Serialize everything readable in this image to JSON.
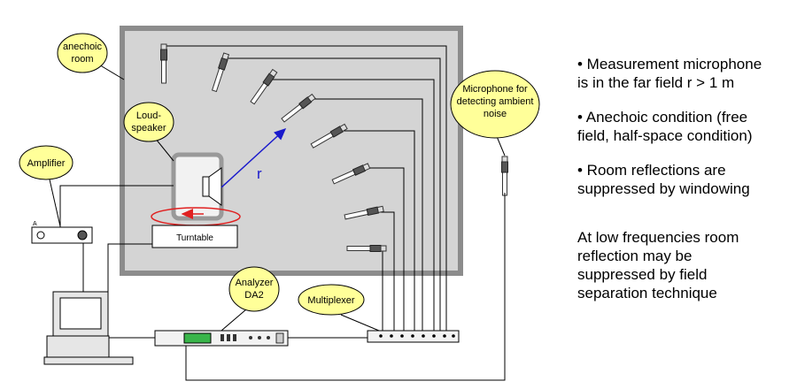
{
  "labels": {
    "anechoic_room": [
      "anechoic",
      "room"
    ],
    "loudspeaker": [
      "Loud-",
      "speaker"
    ],
    "amplifier": "Amplifier",
    "microphone_ambient": [
      "Microphone for",
      "detecting ambient",
      "noise"
    ],
    "analyzer": [
      "Analyzer",
      "DA2"
    ],
    "multiplexer": "Multiplexer",
    "turntable": "Turntable",
    "radius": "r",
    "amp_small": "A"
  },
  "notes": [
    "• Measurement microphone\nis in the far field r > 1 m",
    "• Anechoic condition (free\nfield, half-space condition)",
    "• Room reflections are\nsuppressed by windowing"
  ],
  "footnote": "At low frequencies room\nreflection may be\nsuppressed by field\nseparation technique",
  "colors": {
    "room_fill": "#d4d4d4",
    "room_border": "#8c8c8c",
    "callout_fill": "#ffff99",
    "radius_arrow": "#1a1acc",
    "rotation_arrow": "#e02020"
  }
}
